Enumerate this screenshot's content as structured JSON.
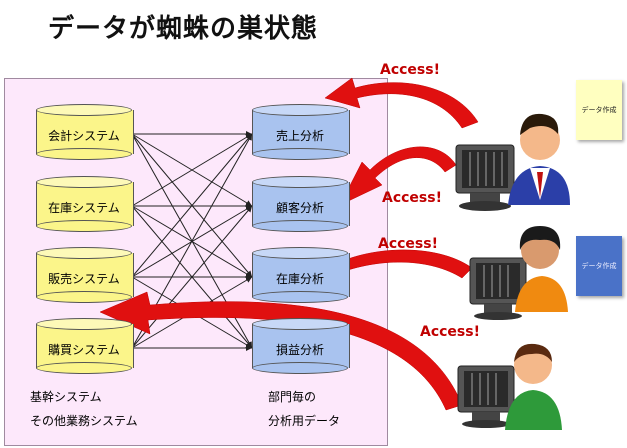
{
  "title": "データが蜘蛛の巣状態",
  "left_systems": [
    "会計システム",
    "在庫システム",
    "販売システム",
    "購買システム"
  ],
  "right_data": [
    "売上分析",
    "顧客分析",
    "在庫分析",
    "損益分析"
  ],
  "left_caption": [
    "基幹システム",
    "その他業務システム"
  ],
  "right_caption": [
    "部門毎の",
    "分析用データ"
  ],
  "access_label": "Access!",
  "notes": [
    "データ作成",
    "データ作成"
  ],
  "colors": {
    "panel": "#fde8fb",
    "arrow": "#e01010",
    "system_db": "#fbf58a",
    "analysis_db": "#a9c3ef",
    "note_yellow": "#ffffc0",
    "note_blue": "#4a72c8"
  },
  "users": [
    {
      "name": "user-blue-suit",
      "shirt": "#2b3fa8"
    },
    {
      "name": "user-orange-shirt",
      "shirt": "#f08a10"
    },
    {
      "name": "user-green-shirt",
      "shirt": "#2e9a3a"
    }
  ]
}
